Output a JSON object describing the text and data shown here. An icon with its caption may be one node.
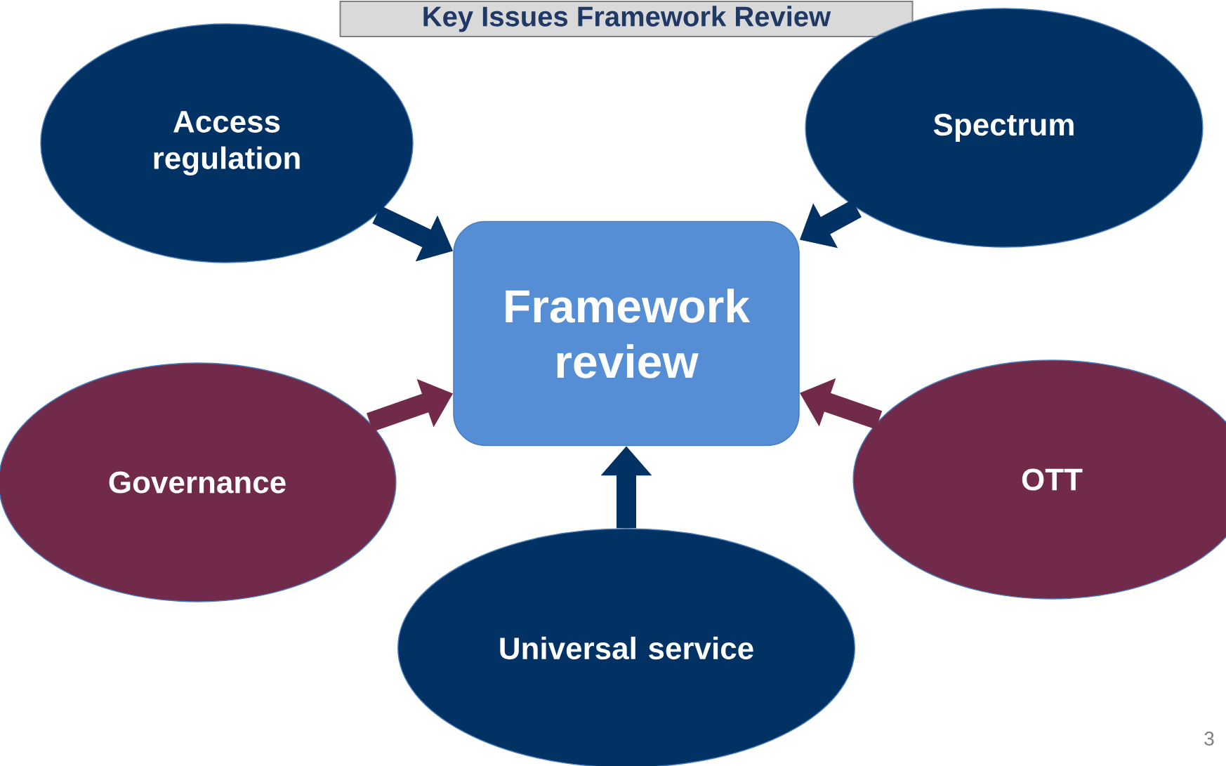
{
  "diagram": {
    "title": "Key Issues Framework Review",
    "nodes": [
      {
        "text": [
          "Access regulation"
        ]
      },
      {
        "text": [
          "Spectrum"
        ]
      },
      {
        "text": [
          "Framework review"
        ]
      },
      {
        "text": [
          "Governance"
        ]
      },
      {
        "text": [
          "OTT"
        ]
      },
      {
        "text": [
          "Universal service"
        ]
      }
    ],
    "edges": [
      {
        "from": 0,
        "to": 2,
        "arrow": "to"
      },
      {
        "from": 1,
        "to": 2,
        "arrow": "to"
      },
      {
        "from": 3,
        "to": 2,
        "arrow": "to",
        "color": "#722a4a"
      },
      {
        "from": 4,
        "to": 2,
        "arrow": "to",
        "color": "#722a4a"
      },
      {
        "from": 5,
        "to": 2,
        "arrow": "to"
      }
    ],
    "labels": [
      "3"
    ]
  }
}
